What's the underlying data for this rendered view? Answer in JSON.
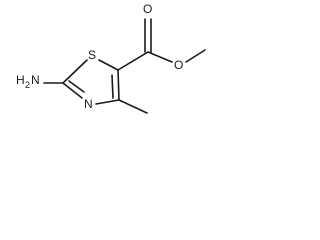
{
  "molecule": {
    "atoms": {
      "sulfur": "S",
      "nitrogen": "N",
      "amine_n": "N",
      "amine_h": "H",
      "amine_sub": "2",
      "carbonyl_o": "O",
      "ester_o": "O"
    }
  }
}
